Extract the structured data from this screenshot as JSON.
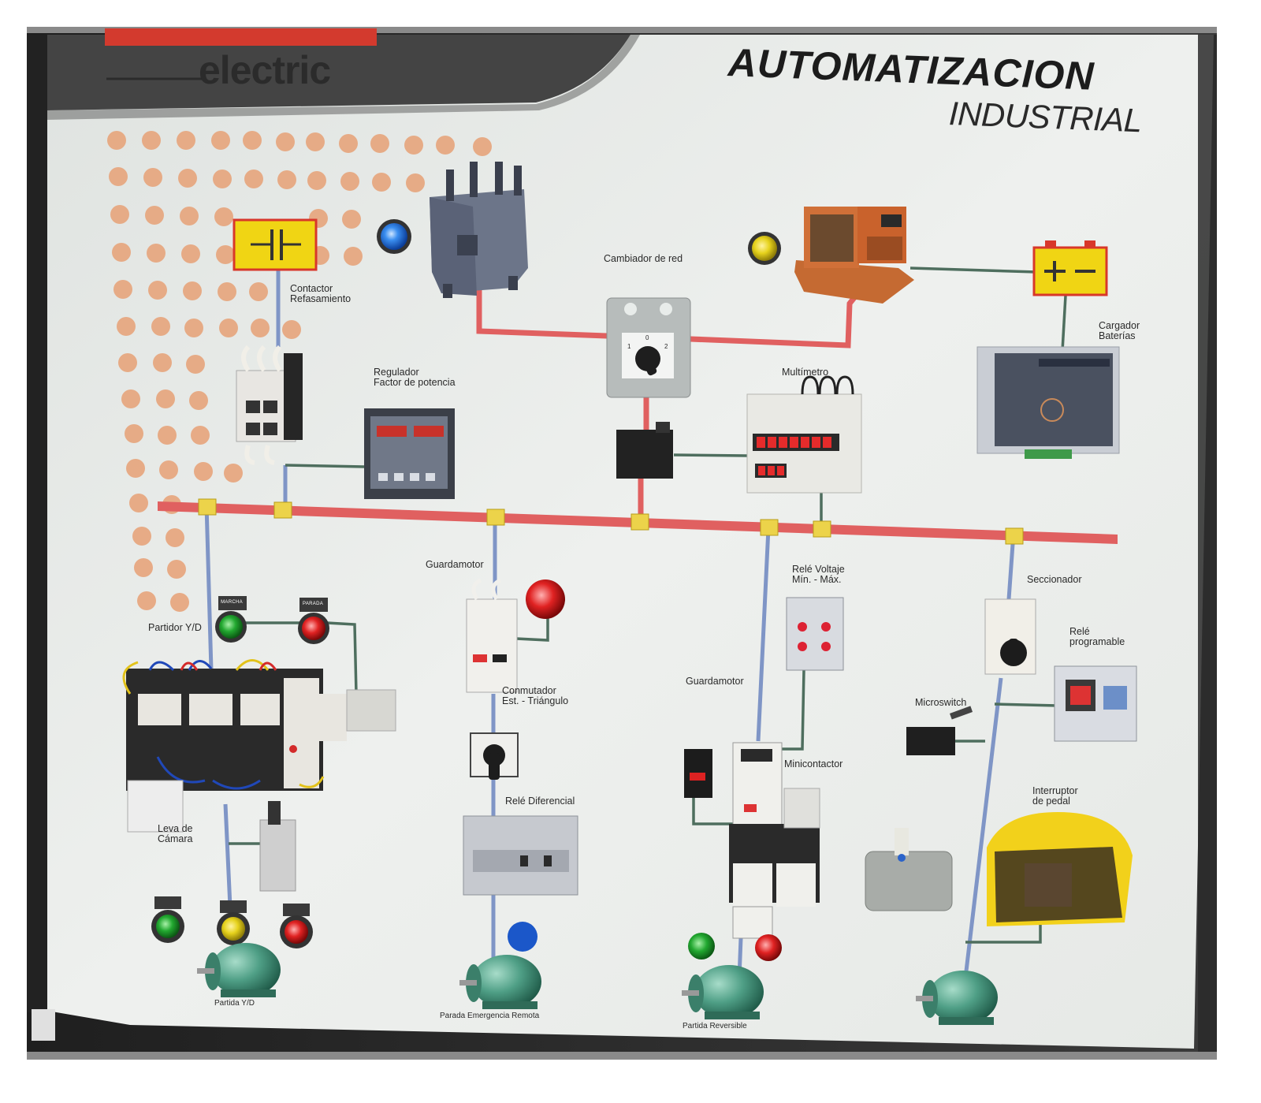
{
  "brand": {
    "name": "electric"
  },
  "title": {
    "line1": "AUTOMATIZACION",
    "line2": "INDUSTRIAL"
  },
  "labels": {
    "contactor": [
      "Contactor",
      "Refasamiento"
    ],
    "regulador": [
      "Regulador",
      "Factor de potencia"
    ],
    "cambiador": "Cambiador de red",
    "multimetro": "Multímetro",
    "cargador": [
      "Cargador",
      "Baterías"
    ],
    "guardamotor1": "Guardamotor",
    "conmutador": [
      "Conmutador",
      "Est. - Triángulo"
    ],
    "rele_diferencial": "Relé Diferencial",
    "partidor": "Partidor Y/D",
    "guardamotor2": "Guardamotor",
    "rele_voltaje": [
      "Relé Voltaje",
      "Mín. - Máx."
    ],
    "minicontactor": "Minicontactor",
    "seccionador": "Seccionador",
    "rele_programable": [
      "Relé",
      "programable"
    ],
    "microswitch": "Microswitch",
    "interruptor": [
      "Interruptor",
      "de pedal"
    ],
    "leva": [
      "Leva de",
      "Cámara"
    ],
    "partida_yd": "Partida Y/D",
    "parada_emergencia": "Parada Emergencia Remota",
    "partida_reversible": "Partida Reversible",
    "marcha": "MARCHA",
    "parada": "PARADA",
    "switch_pos": [
      "1",
      "0",
      "2"
    ]
  },
  "colors": {
    "panel": "#e9ece9",
    "bus": "#e06060",
    "wire_blue": "#7f95c6",
    "wire_green": "#4e6e5e",
    "dots": "#e7a57c",
    "yellow_box": "#f0d514",
    "motor": "#4f9f86",
    "frame": "#2c2c2c"
  }
}
